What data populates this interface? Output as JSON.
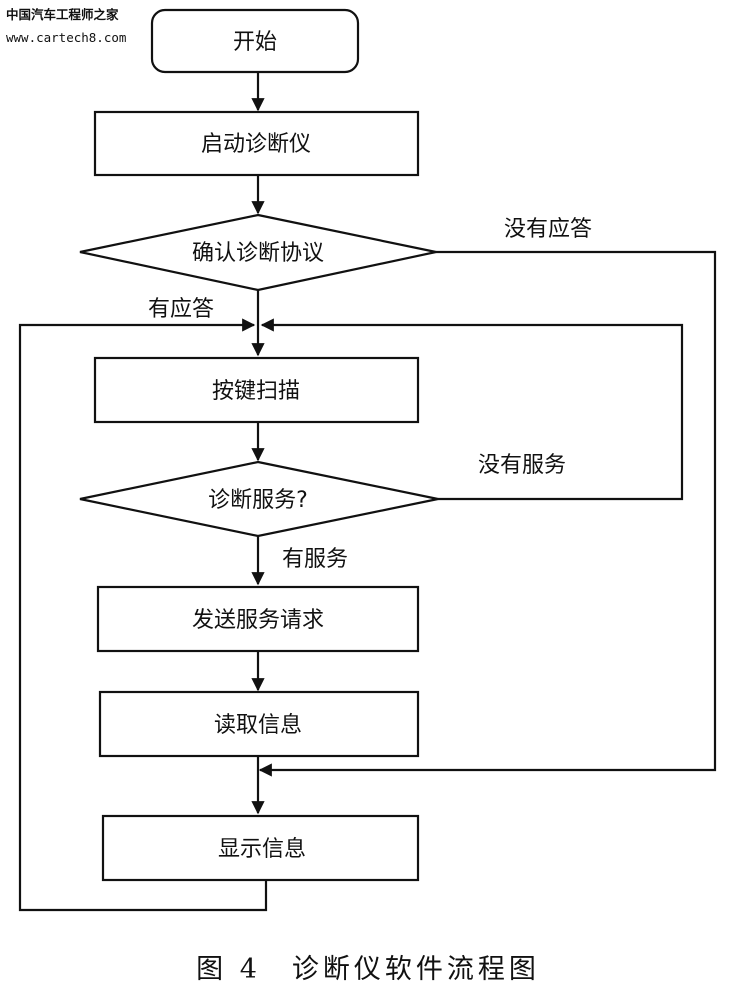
{
  "watermark": {
    "title": "中国汽车工程师之家",
    "url": "www.cartech8.com"
  },
  "nodes": {
    "start": "开始",
    "launch": "启动诊断仪",
    "confirm_protocol": "确认诊断协议",
    "key_scan": "按键扫描",
    "diag_service": "诊断服务?",
    "send_request": "发送服务请求",
    "read_info": "读取信息",
    "show_info": "显示信息"
  },
  "edges": {
    "no_response": "没有应答",
    "has_response": "有应答",
    "no_service": "没有服务",
    "has_service": "有服务"
  },
  "caption": "图 4　诊断仪软件流程图"
}
